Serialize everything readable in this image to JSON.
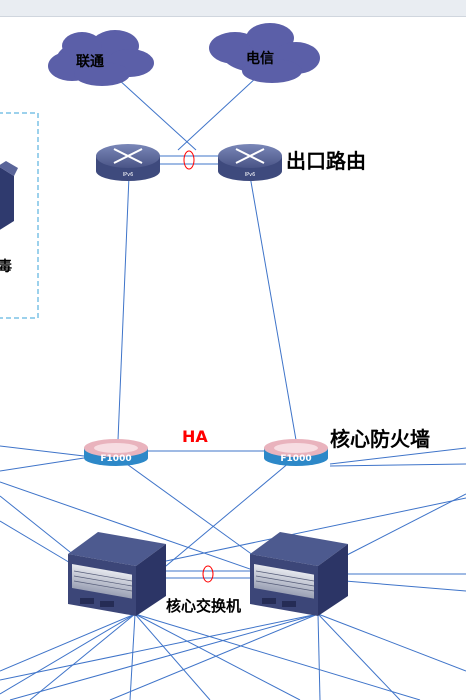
{
  "clouds": [
    {
      "id": "unicom",
      "label": "联通"
    },
    {
      "id": "telecom",
      "label": "电信"
    }
  ],
  "routers": [
    {
      "id": "router-left",
      "tag": "IPv6"
    },
    {
      "id": "router-right",
      "tag": "IPv6"
    }
  ],
  "firewalls": [
    {
      "id": "fw-left",
      "tag": "F1000"
    },
    {
      "id": "fw-right",
      "tag": "F1000"
    }
  ],
  "labels": {
    "exit_router": "出口路由",
    "core_firewall": "核心防火墙",
    "ha": "HA",
    "core_switch": "核心交换机",
    "cut_off_text": "毒"
  },
  "colors": {
    "link": "#3f74c9",
    "cloud": "#5b5fa8",
    "device": "#4c5a8c",
    "firewall": "#2d88c8",
    "ha_text": "#ff0000",
    "dashed_box": "#3aa3d8"
  }
}
